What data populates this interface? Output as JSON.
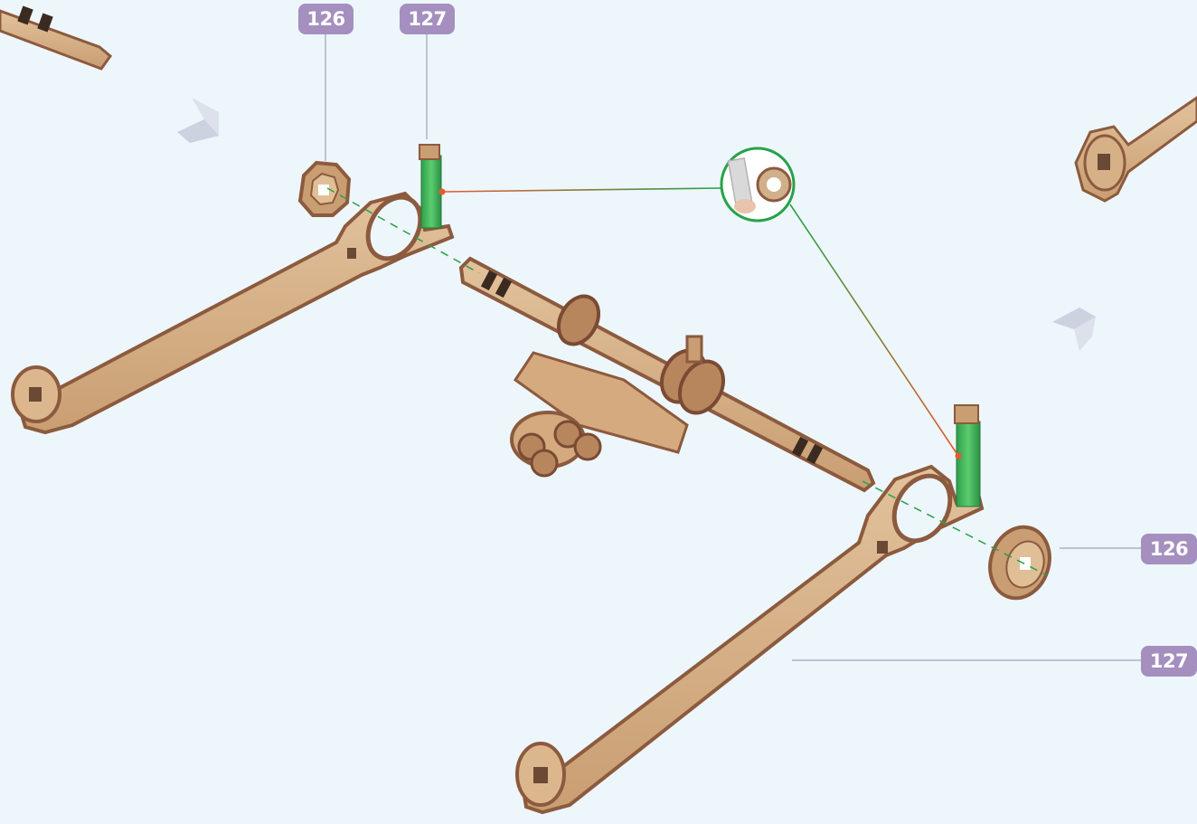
{
  "labels": {
    "top_left_126": "126",
    "top_left_127": "127",
    "right_126": "126",
    "right_127": "127"
  },
  "colors": {
    "background": "#edf6fb",
    "badge": "#a48fbf",
    "wood_light": "#d9b48b",
    "wood_dark": "#8c5a3e",
    "highlight_green": "#3cb55b",
    "callout_red": "#e8582d",
    "callout_green": "#27a24a"
  },
  "icons": [
    "rotation-arrow-icon",
    "rotation-arrow-icon"
  ]
}
